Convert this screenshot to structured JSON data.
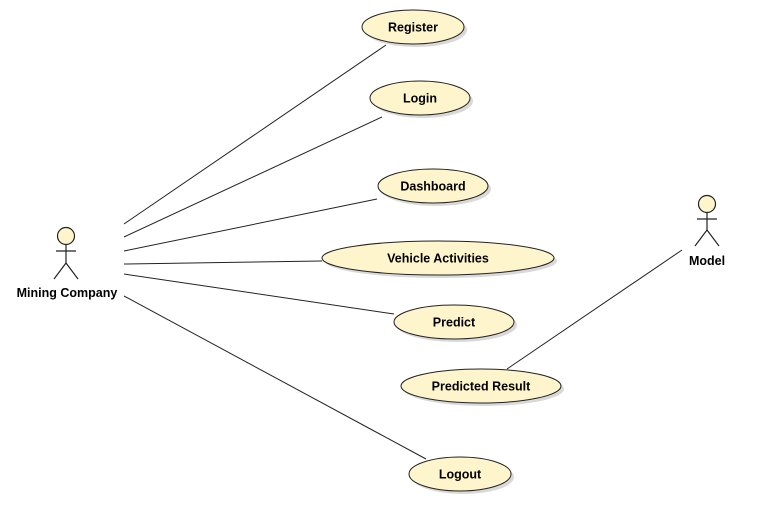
{
  "colors": {
    "usecase_fill": "#fff5cc",
    "outline": "#222222",
    "shadow": "#d9d9d9"
  },
  "actors": [
    {
      "id": "mining-company",
      "label": "Mining Company"
    },
    {
      "id": "model",
      "label": "Model"
    }
  ],
  "use_cases": [
    {
      "id": "register",
      "label": "Register"
    },
    {
      "id": "login",
      "label": "Login"
    },
    {
      "id": "dashboard",
      "label": "Dashboard"
    },
    {
      "id": "vehicle-activities",
      "label": "Vehicle Activities"
    },
    {
      "id": "predict",
      "label": "Predict"
    },
    {
      "id": "predicted-result",
      "label": "Predicted Result"
    },
    {
      "id": "logout",
      "label": "Logout"
    }
  ],
  "associations": [
    {
      "from": "mining-company",
      "to": "register"
    },
    {
      "from": "mining-company",
      "to": "login"
    },
    {
      "from": "mining-company",
      "to": "dashboard"
    },
    {
      "from": "mining-company",
      "to": "vehicle-activities"
    },
    {
      "from": "mining-company",
      "to": "predict"
    },
    {
      "from": "mining-company",
      "to": "logout"
    },
    {
      "from": "model",
      "to": "predicted-result"
    }
  ]
}
